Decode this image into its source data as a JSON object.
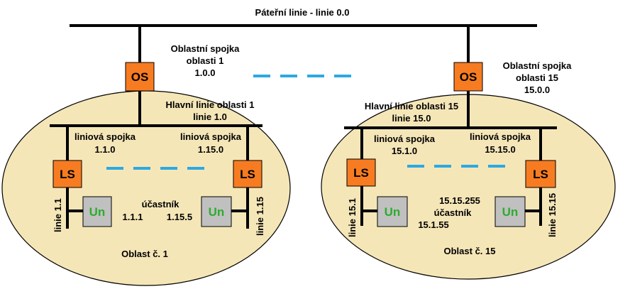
{
  "backbone": {
    "title": "Páteřní linie - linie 0.0"
  },
  "areas": [
    {
      "area_name": "Oblast č. 1",
      "area_coupler": {
        "label": "OS",
        "caption": [
          "Oblastní spojka",
          "oblasti 1",
          "1.0.0"
        ]
      },
      "main_line": [
        "Hlavní linie oblasti 1",
        "linie 1.0"
      ],
      "line_couplers": [
        {
          "label": "LS",
          "caption": [
            "liniová spojka",
            "1.1.0"
          ],
          "line_label": "linie 1.1"
        },
        {
          "label": "LS",
          "caption": [
            "liniová spojka",
            "1.15.0"
          ],
          "line_label": "linie 1.15"
        }
      ],
      "participants": [
        {
          "label": "Un",
          "address": "1.1.1"
        },
        {
          "label": "Un",
          "address": "1.15.5"
        }
      ],
      "participant_caption": "účastník"
    },
    {
      "area_name": "Oblast č. 15",
      "area_coupler": {
        "label": "OS",
        "caption": [
          "Oblastní spojka",
          "oblasti 15",
          "15.0.0"
        ]
      },
      "main_line": [
        "Hlavní linie oblasti 15",
        "linie 15.0"
      ],
      "line_couplers": [
        {
          "label": "LS",
          "caption": [
            "liniová spojka",
            "15.1.0"
          ],
          "line_label": "linie 15.1"
        },
        {
          "label": "LS",
          "caption": [
            "liniová spojka",
            "15.15.0"
          ],
          "line_label": "linie 15.15"
        }
      ],
      "participants": [
        {
          "label": "Un",
          "address": "15.1.55"
        },
        {
          "label": "Un",
          "address": "15.15.255"
        }
      ],
      "participant_caption": "účastník"
    }
  ],
  "colors": {
    "area_fill": "#f5e6b8",
    "coupler_fill": "#f77c21",
    "participant_fill": "#c0c0c0",
    "participant_text": "#2eab2e",
    "dash": "#2ca9e1"
  }
}
